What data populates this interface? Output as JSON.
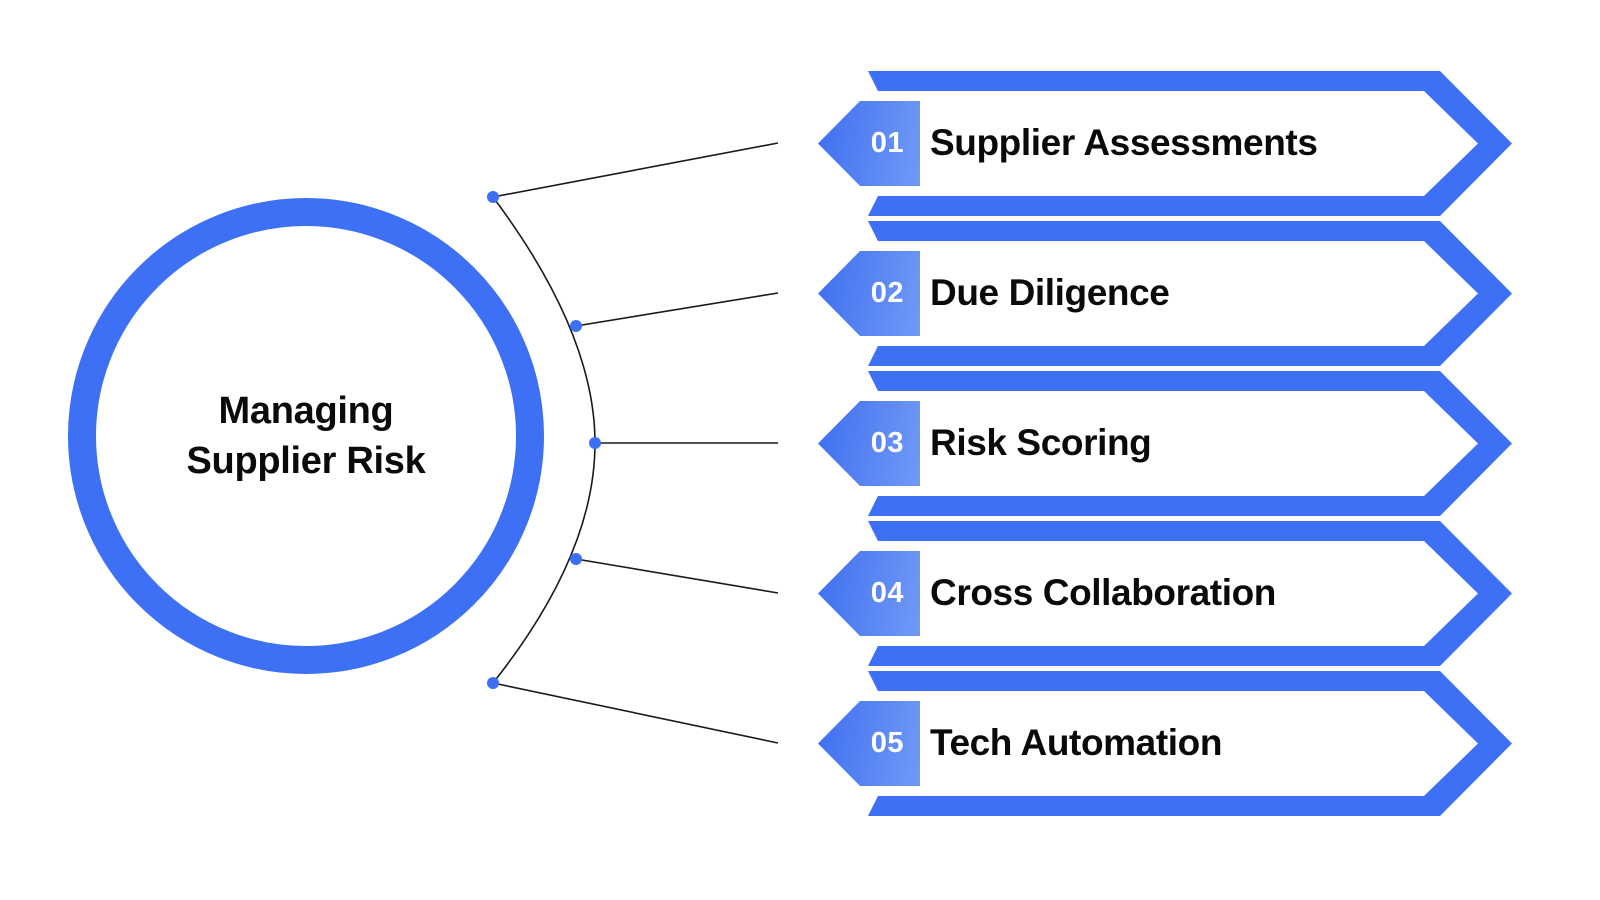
{
  "hub": {
    "title": "Managing\nSupplier Risk"
  },
  "colors": {
    "primary_blue": "#3d70f5",
    "badge_blue_light": "#7099f7",
    "badge_blue_dark": "#3d6ef0",
    "text_dark": "#0a0a0a",
    "background": "#ffffff",
    "connector_line": "#1a1a1a",
    "connector_dot": "#3d70f5"
  },
  "steps": [
    {
      "number": "01",
      "label": "Supplier Assessments"
    },
    {
      "number": "02",
      "label": "Due Diligence"
    },
    {
      "number": "03",
      "label": "Risk Scoring"
    },
    {
      "number": "04",
      "label": "Cross Collaboration"
    },
    {
      "number": "05",
      "label": "Tech Automation"
    }
  ]
}
